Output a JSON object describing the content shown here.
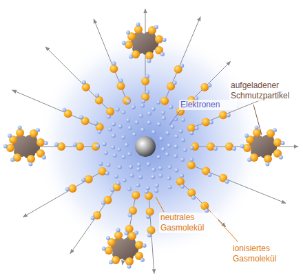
{
  "diagram": {
    "labels": [
      "Elektronen",
      "aufgeladener Schmutzpartikel",
      "neutrales Gasmolekül",
      "ionisiertes Gasmolekül"
    ]
  }
}
